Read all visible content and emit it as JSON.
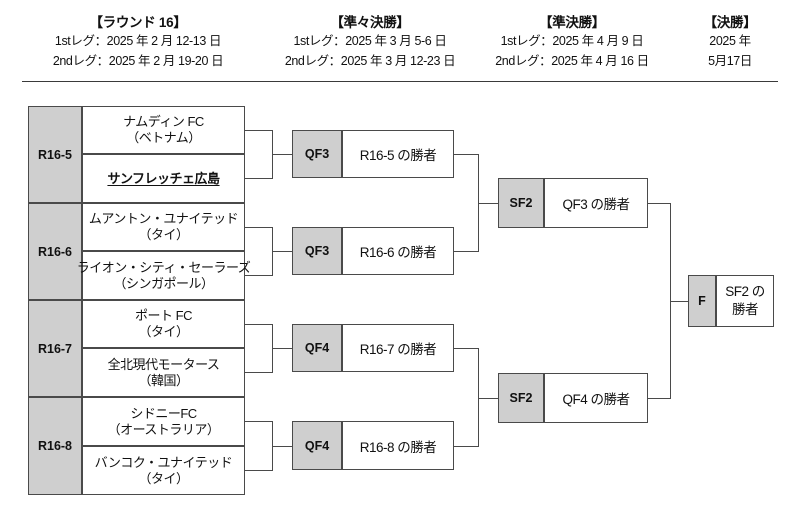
{
  "header": {
    "columns": [
      {
        "title": "【ラウンド 16】",
        "leg1": "1stレグ：2025 年 2 月 12-13 日",
        "leg2": "2ndレグ：2025 年 2 月 19-20 日"
      },
      {
        "title": "【準々決勝】",
        "leg1": "1stレグ：2025 年 3 月 5-6 日",
        "leg2": "2ndレグ：2025 年 3 月 12-23 日"
      },
      {
        "title": "【準決勝】",
        "leg1": "1stレグ：2025 年 4 月 9 日",
        "leg2": "2ndレグ：2025 年 4 月 16 日"
      },
      {
        "title": "【決勝】",
        "leg1": "2025 年",
        "leg2": "5月17日"
      }
    ]
  },
  "bracket": {
    "round16": [
      {
        "code": "R16-5",
        "top": {
          "name": "ナムディン FC",
          "country": "（ベトナム）",
          "winner": false
        },
        "bottom": {
          "name": "サンフレッチェ広島",
          "country": "",
          "winner": true
        }
      },
      {
        "code": "R16-6",
        "top": {
          "name": "ムアントン・ユナイテッド",
          "country": "（タイ）",
          "winner": false
        },
        "bottom": {
          "name": "ライオン・シティ・セーラーズ",
          "country": "（シンガポール）",
          "winner": false
        }
      },
      {
        "code": "R16-7",
        "top": {
          "name": "ポート FC",
          "country": "（タイ）",
          "winner": false
        },
        "bottom": {
          "name": "全北現代モータース",
          "country": "（韓国）",
          "winner": false
        }
      },
      {
        "code": "R16-8",
        "top": {
          "name": "シドニーFC",
          "country": "（オーストラリア）",
          "winner": false
        },
        "bottom": {
          "name": "バンコク・ユナイテッド",
          "country": "（タイ）",
          "winner": false
        }
      }
    ],
    "quarterfinals": [
      {
        "code": "QF3",
        "advancer": "R16-5 の勝者"
      },
      {
        "code": "QF3",
        "advancer": "R16-6 の勝者"
      },
      {
        "code": "QF4",
        "advancer": "R16-7 の勝者"
      },
      {
        "code": "QF4",
        "advancer": "R16-8 の勝者"
      }
    ],
    "semifinals": [
      {
        "code": "SF2",
        "advancer": "QF3 の勝者"
      },
      {
        "code": "SF2",
        "advancer": "QF4 の勝者"
      }
    ],
    "final": {
      "code": "F",
      "advancer_line1": "SF2 の",
      "advancer_line2": "勝者"
    }
  },
  "colors": {
    "box_fill_gray": "#cfcfcf",
    "box_border": "#4a4a4a",
    "background": "#ffffff",
    "text": "#111111"
  }
}
